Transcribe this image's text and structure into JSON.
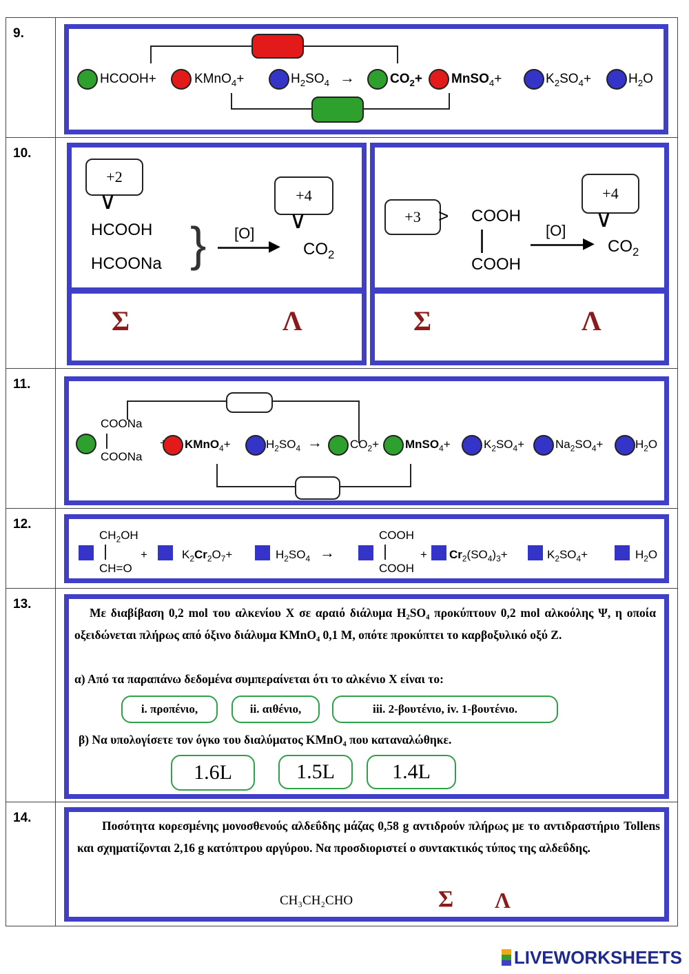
{
  "q9": {
    "number": "9.",
    "eq": [
      "HCOOH+",
      "KMnO",
      "4",
      "+",
      "H",
      "2",
      "SO",
      "4",
      "CO",
      "2",
      "+",
      "MnSO",
      "4",
      "+",
      "K",
      "2",
      "SO",
      "4",
      "+",
      "H",
      "2",
      "O"
    ]
  },
  "q10": {
    "number": "10.",
    "left": {
      "bubble1": "+2",
      "bubble2": "+4",
      "line1": "HCOOH",
      "line2": "HCOONa",
      "oxidant": "[O]",
      "product": "CO",
      "product_sub": "2",
      "sigma": "Σ",
      "lambda": "Λ"
    },
    "right": {
      "bubble1": "+3",
      "bubble2": "+4",
      "line1": "COOH",
      "line2": "COOH",
      "oxidant": "[O]",
      "product": "CO",
      "product_sub": "2",
      "sigma": "Σ",
      "lambda": "Λ"
    }
  },
  "q11": {
    "number": "11.",
    "coona1": "COONa",
    "coona2": "COONa",
    "eq": [
      "+",
      "KMnO",
      "4",
      "+",
      "H",
      "2",
      "SO",
      "4",
      "CO",
      "2",
      "+",
      "MnSO",
      "4",
      "+",
      "K",
      "2",
      "SO",
      "4",
      "+",
      "Na",
      "2",
      "SO",
      "4",
      "+",
      "H",
      "2",
      "O"
    ]
  },
  "q12": {
    "number": "12.",
    "r_top": "CH",
    "r_top_sub": "2",
    "r_top_end": "OH",
    "r_bot": "CH=O",
    "k": "K",
    "k_sub": "2",
    "cr": "Cr",
    "cr_sub": "2",
    "o": "O",
    "o_sub": "7",
    "plus": "+",
    "h": "H",
    "h_sub": "2",
    "so": "SO",
    "so_sub": "4",
    "p_top": "COOH",
    "p_bot": "COOH",
    "cr2": "Cr",
    "cr2_sub": "2",
    "so4": "(SO",
    "so4_sub": "4",
    "so4_end": ")",
    "so4_sub2": "3",
    "k2so4": "K",
    "k2so4_sub": "2",
    "k2so4_mid": "SO",
    "k2so4_sub2": "4",
    "h2o": "H",
    "h2o_sub": "2",
    "h2o_end": "O"
  },
  "q13": {
    "number": "13.",
    "text": "Με διαβίβαση 0,2 mol του αλκενίου Χ σε αραιό διάλυμα H₂SO₄ προκύπτουν 0,2 mol αλκοόλης Ψ, η οποία οξειδώνεται πλήρως από όξινο διάλυμα KMnO₄ 0,1 M, οπότε προκύπτει το καρβοξυλικό οξύ Ζ.",
    "qa": "α) Από τα παραπάνω δεδομένα συμπεραίνεται ότι το αλκένιο Χ είναι το:",
    "options_a": [
      "i. προπένιο,",
      "ii. αιθένιο,",
      "iii. 2-βουτένιο, iv. 1-βουτένιο."
    ],
    "qb": "β) Να υπολογίσετε τον όγκο του διαλύματος KMnO₄ που καταναλώθηκε.",
    "options_b": [
      "1.6L",
      "1.5L",
      "1.4L"
    ]
  },
  "q14": {
    "number": "14.",
    "text": "Ποσότητα κορεσμένης μονοσθενούς αλδεΰδης μάζας 0,58 g αντιδρούν πλήρως με το αντιδραστήριο Tollens και σχηματίζονται 2,16 g κατόπτρου αργύρου. Να προσδιοριστεί ο συντακτικός τύπος της αλδεΰδης.",
    "formula": "CH₃CH₂CHO",
    "sigma": "Σ",
    "lambda": "Λ"
  },
  "brand": "LIVEWORKSHEETS",
  "colors": {
    "frame": "#3f3fc8",
    "green": "#2ea02e",
    "red": "#e21a1a",
    "blue": "#3434c8",
    "greek": "#8b1a1a"
  }
}
